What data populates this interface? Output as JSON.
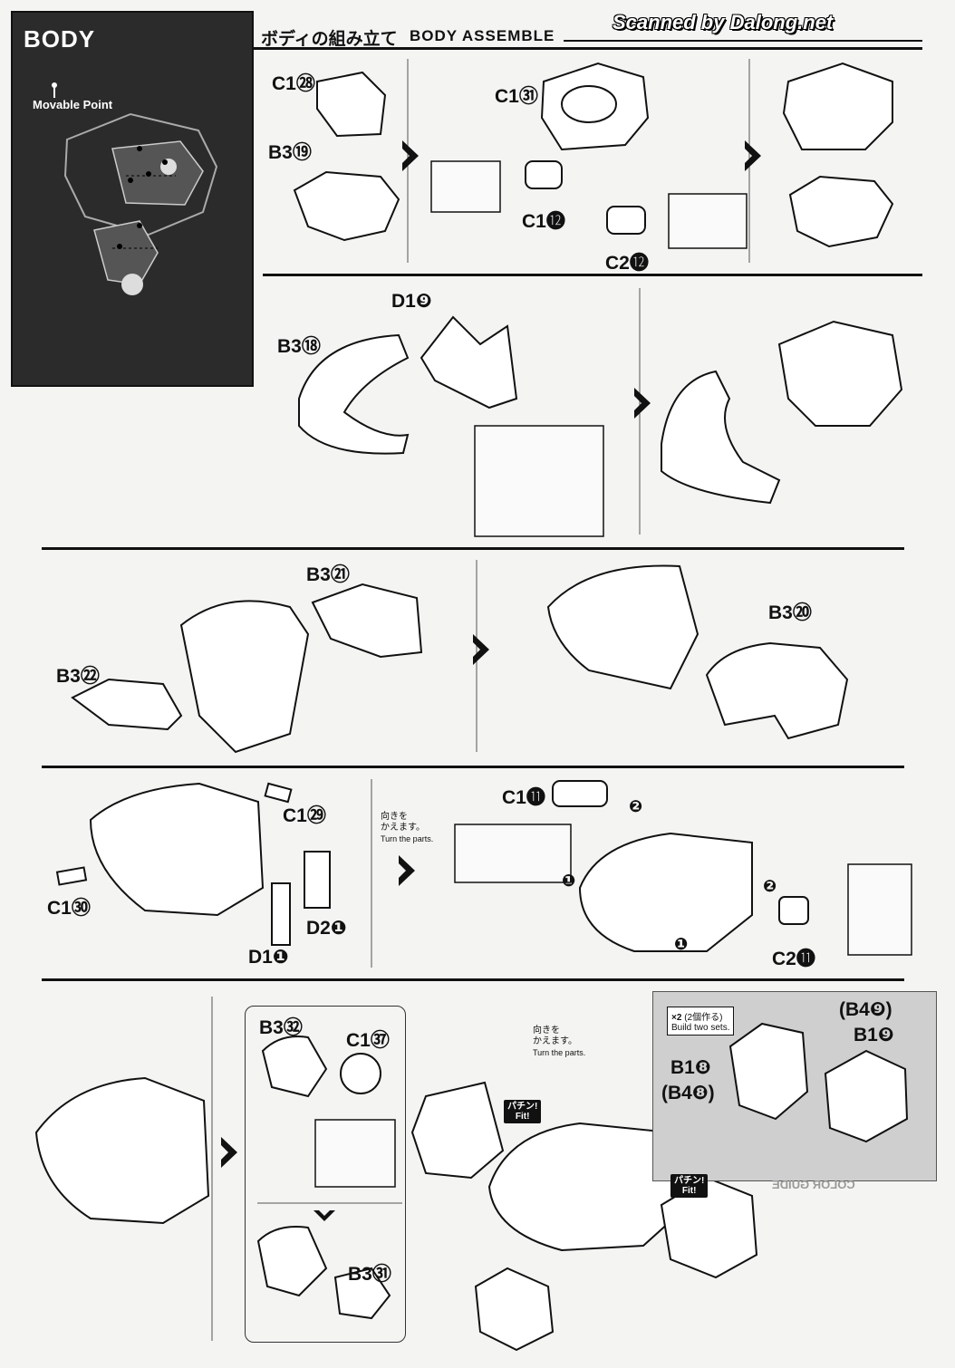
{
  "watermark": "Scanned by Dalong.net",
  "header": {
    "title_jp": "ボディの組み立て",
    "title_en": "BODY ASSEMBLE"
  },
  "left_panel": {
    "title": "BODY",
    "movable_point": "Movable Point"
  },
  "parts": {
    "c1_28": "C1㉘",
    "b3_19": "B3⑲",
    "c1_31": "C1㉛",
    "c1_12": "C1⓬",
    "c2_12": "C2⓬",
    "d1_9": "D1❾",
    "b3_18": "B3⑱",
    "b3_21": "B3㉑",
    "b3_22": "B3㉒",
    "b3_20": "B3⑳",
    "c1_29": "C1㉙",
    "c1_30": "C1㉚",
    "d2_1": "D2❶",
    "d1_1": "D1❶",
    "c1_11": "C1⓫",
    "c2_11": "C2⓫",
    "b3_32": "B3㉜",
    "c1_37": "C1㊲",
    "b3_31": "B3㉛",
    "b4_9": "(B4❾)",
    "b1_9": "B1❾",
    "b1_8": "B1❽",
    "b4_8": "(B4❽)"
  },
  "notes": {
    "turn_jp_1": "向きを",
    "turn_jp_2": "かえます。",
    "turn_en": "Turn the parts.",
    "build_jp": "(2個作る)",
    "build_en": "Build two sets.",
    "x2": "×2",
    "fit_jp": "パチン!",
    "fit_en": "Fit!"
  },
  "steps": {
    "one": "❶",
    "two": "❷"
  },
  "side_text": "COLOR GUIDE"
}
